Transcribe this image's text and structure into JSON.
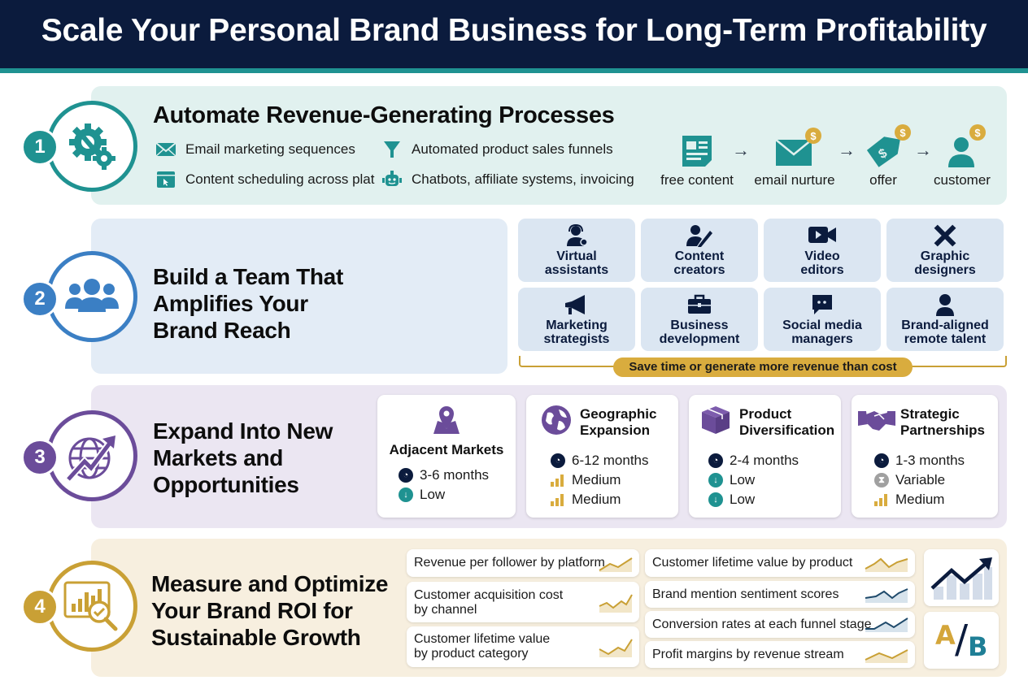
{
  "header": {
    "title": "Scale Your Personal Brand Business for Long-Term Profitability"
  },
  "colors": {
    "navy": "#0b1b3d",
    "teal": "#1f9291",
    "blue": "#3b7fc4",
    "purple": "#6b4c9a",
    "gold": "#c9a035"
  },
  "sections": [
    {
      "number": "1",
      "icon": "gears-wrench-icon",
      "title": "Automate Revenue-Generating Processes",
      "bullets": [
        {
          "icon": "envelope-icon",
          "label": "Email marketing sequences"
        },
        {
          "icon": "funnel-icon",
          "label": "Automated product sales funnels"
        },
        {
          "icon": "calendar-cursor-icon",
          "label": "Content scheduling across plat"
        },
        {
          "icon": "chatbot-icon",
          "label": "Chatbots, affiliate systems, invoicing"
        }
      ],
      "flow": [
        {
          "icon": "document-icon",
          "label": "free content"
        },
        {
          "icon": "envelope-dollar-icon",
          "label": "email nurture"
        },
        {
          "icon": "price-tag-dollar-icon",
          "label": "offer"
        },
        {
          "icon": "person-dollar-icon",
          "label": "customer"
        }
      ],
      "flow_arrow": "→"
    },
    {
      "number": "2",
      "icon": "team-icon",
      "title_lines": [
        "Build a Team That",
        "Amplifies Your",
        "Brand Reach"
      ],
      "roles": [
        {
          "icon": "headset-person-icon",
          "line1": "Virtual",
          "line2": "assistants"
        },
        {
          "icon": "person-pencil-icon",
          "line1": "Content",
          "line2": "creators"
        },
        {
          "icon": "video-camera-icon",
          "line1": "Video",
          "line2": "editors"
        },
        {
          "icon": "pencil-ruler-icon",
          "line1": "Graphic",
          "line2": "designers"
        },
        {
          "icon": "megaphone-icon",
          "line1": "Marketing",
          "line2": "strategists"
        },
        {
          "icon": "briefcase-icon",
          "line1": "Business",
          "line2": "development"
        },
        {
          "icon": "chat-bubble-icon",
          "line1": "Social media",
          "line2": "managers"
        },
        {
          "icon": "person-icon",
          "line1": "Brand-aligned",
          "line2": "remote talent"
        }
      ],
      "footer": "Save time or generate more revenue than cost"
    },
    {
      "number": "3",
      "icon": "globe-growth-icon",
      "title_lines": [
        "Expand Into New",
        "Markets and",
        "Opportunities"
      ],
      "markets": [
        {
          "icon": "map-pin-icon",
          "title_lines": [
            "Adjacent Markets"
          ],
          "rows": [
            {
              "kind": "clock",
              "label": "3-6 months"
            },
            {
              "kind": "low",
              "label": "Low"
            }
          ]
        },
        {
          "icon": "globe-icon",
          "title_lines": [
            "Geographic",
            "Expansion"
          ],
          "rows": [
            {
              "kind": "clock",
              "label": "6-12 months"
            },
            {
              "kind": "medium",
              "label": "Medium"
            },
            {
              "kind": "medium",
              "label": "Medium"
            }
          ]
        },
        {
          "icon": "box-icon",
          "title_lines": [
            "Product",
            "Diversification"
          ],
          "rows": [
            {
              "kind": "clock",
              "label": "2-4 months"
            },
            {
              "kind": "low",
              "label": "Low"
            },
            {
              "kind": "low",
              "label": "Low"
            }
          ]
        },
        {
          "icon": "handshake-icon",
          "title_lines": [
            "Strategic",
            "Partnerships"
          ],
          "rows": [
            {
              "kind": "clock",
              "label": "1-3 months"
            },
            {
              "kind": "variable",
              "label": "Variable"
            },
            {
              "kind": "medium",
              "label": "Medium"
            }
          ]
        }
      ]
    },
    {
      "number": "4",
      "icon": "chart-magnifier-icon",
      "title_lines": [
        "Measure and Optimize",
        "Your Brand ROI for",
        "Sustainable Growth"
      ],
      "metrics_left": [
        {
          "line1": "Revenue per follower by platform",
          "line2": "",
          "spark": "gold"
        },
        {
          "line1": "Customer acquisition cost",
          "line2": "by channel",
          "spark": "gold"
        },
        {
          "line1": "Customer lifetime value",
          "line2": "by product category",
          "spark": "gold"
        }
      ],
      "metrics_right": [
        {
          "line1": "Customer lifetime value by product",
          "spark": "gold"
        },
        {
          "line1": "Brand mention sentiment scores",
          "spark": "navy"
        },
        {
          "line1": "Conversion rates at each funnel stage",
          "spark": "navy"
        },
        {
          "line1": "Profit margins by revenue stream",
          "spark": "gold"
        }
      ],
      "side_cards": [
        {
          "icon": "trend-chart-icon"
        },
        {
          "icon": "ab-test-icon",
          "a": "A",
          "slash": "/",
          "b": "B"
        }
      ]
    }
  ]
}
